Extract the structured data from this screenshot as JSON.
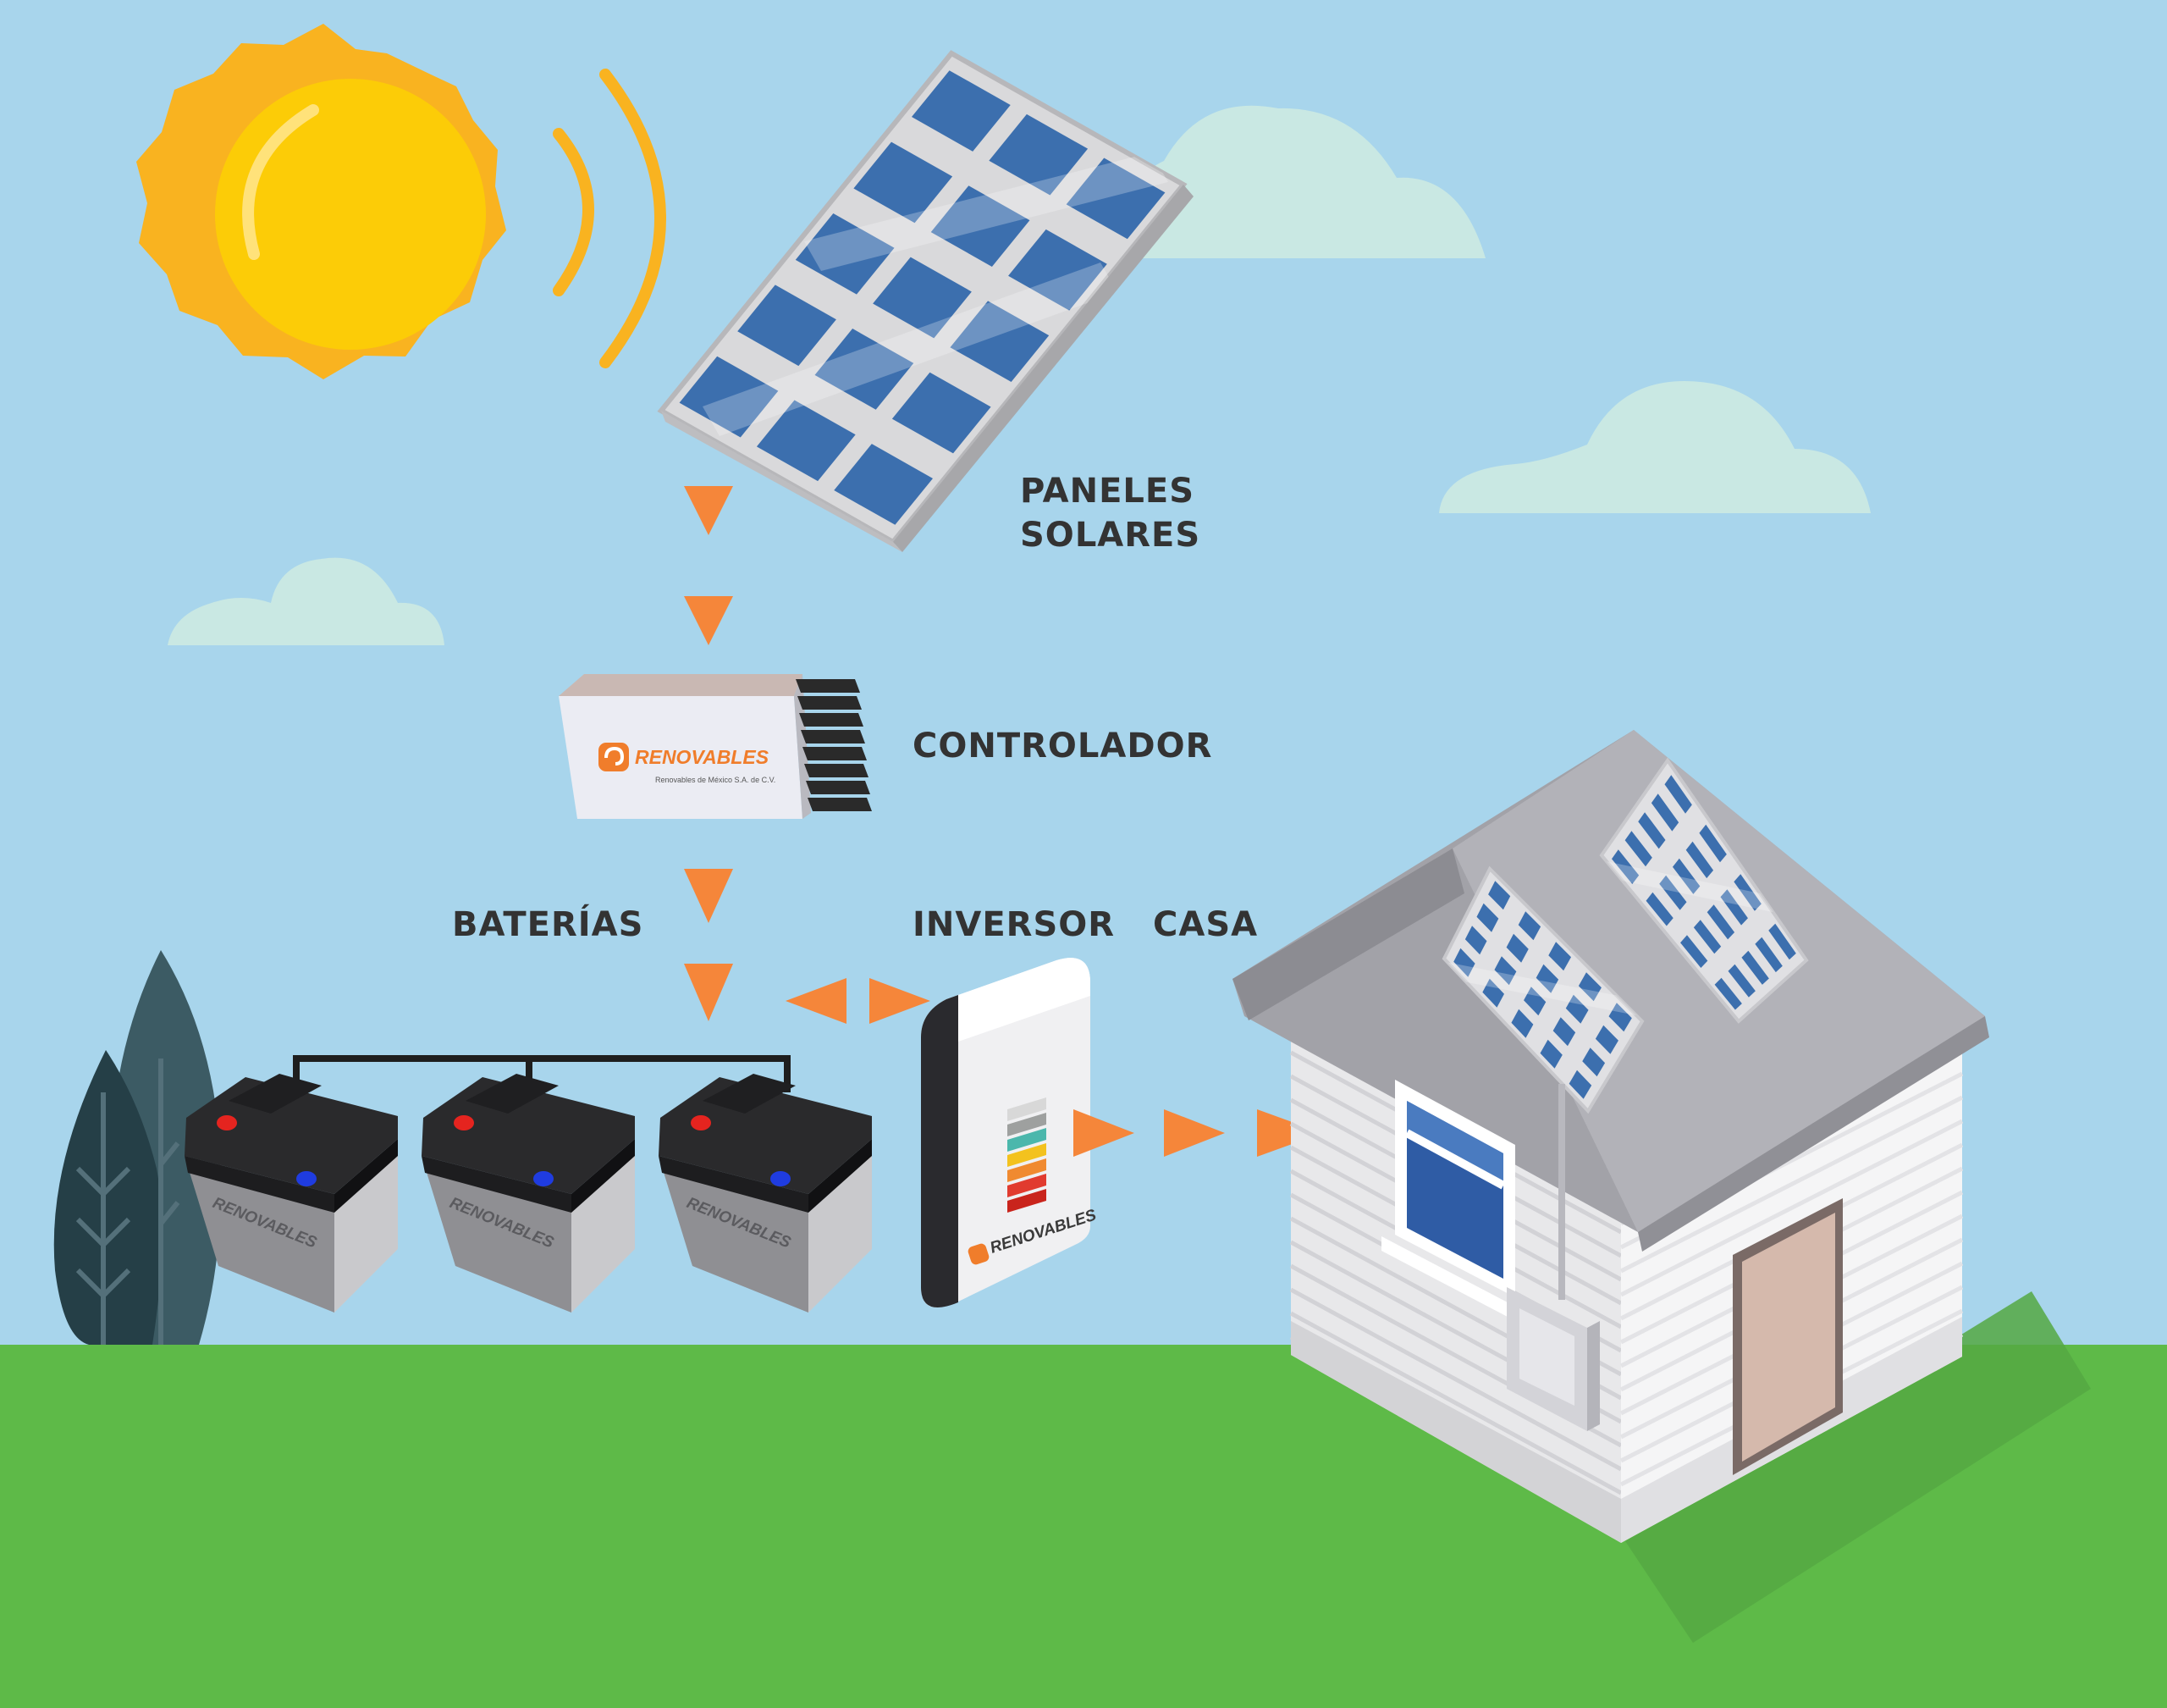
{
  "colors": {
    "sky": "#A8D5EC",
    "grass": "#5EBA48",
    "sun": "#FCCC07",
    "sun_rays": "#F9B320",
    "arrow": "#F5863A",
    "panel_cell": "#3C6FAE",
    "panel_frame": "#D9D9DB",
    "label_text": "#333333",
    "brand": "#F07D2B"
  },
  "labels": {
    "panels_line1": "PANELES",
    "panels_line2": "SOLARES",
    "controller": "CONTROLADOR",
    "batteries": "BATERÍAS",
    "inverter": "INVERSOR",
    "house": "CASA"
  },
  "brand": {
    "name": "RENOVABLES",
    "tagline": "Renovables de México S.A. de C.V."
  },
  "icons": [
    "sun-icon",
    "solar-panel-icon",
    "charge-controller-icon",
    "battery-icon",
    "inverter-icon",
    "house-icon",
    "tree-icon",
    "cloud-icon",
    "flow-arrow-icon"
  ]
}
